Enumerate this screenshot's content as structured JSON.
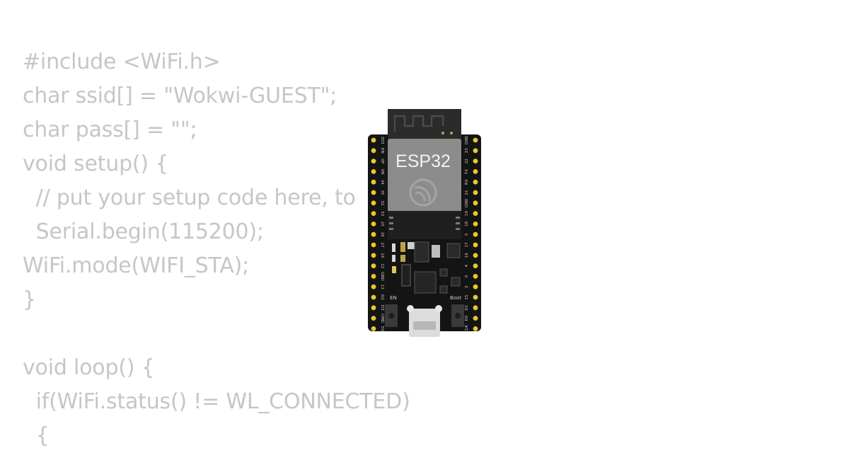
{
  "code": {
    "lines": [
      "#include <WiFi.h>",
      "char ssid[] = \"Wokwi-GUEST\";",
      "char pass[] = \"\";",
      "void setup() {",
      "  // put your setup code here, to",
      "  Serial.begin(115200);",
      "WiFi.mode(WIFI_STA);",
      "}",
      "",
      "void loop() {",
      "  if(WiFi.status() != WL_CONNECTED)",
      "  {"
    ]
  },
  "board": {
    "chip_label": "ESP32",
    "button_en_label": "EN",
    "button_boot_label": "Boot",
    "left_pins": [
      "3V3",
      "EN",
      "VP",
      "VN",
      "34",
      "35",
      "32",
      "33",
      "25",
      "26",
      "27",
      "14",
      "12",
      "GND",
      "13",
      "D2",
      "D3",
      "CMD",
      "5V"
    ],
    "right_pins": [
      "GND",
      "23",
      "22",
      "TX",
      "RX",
      "21",
      "GND",
      "19",
      "18",
      "5",
      "17",
      "16",
      "4",
      "0",
      "2",
      "15",
      "D1",
      "D0",
      "CLK"
    ],
    "colors": {
      "pcb": "#141414",
      "pin": "#e9c92b",
      "shield": "#8c8c8c",
      "antenna": "#2b2b2b",
      "code_text": "#c6c6c6"
    }
  }
}
